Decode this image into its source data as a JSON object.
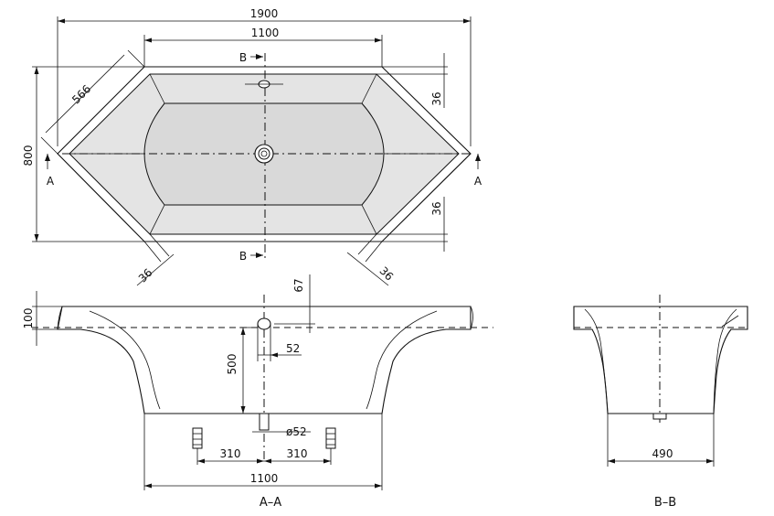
{
  "plan": {
    "overall_width": "1900",
    "inner_length": "1100",
    "diagonal": "566",
    "overall_depth": "800",
    "rim_top_right": "36",
    "rim_bottom_right": "36",
    "rim_bottom_left_diag": "36",
    "rim_bottom_right_diag": "36",
    "section_a_left": "A",
    "section_a_right": "A",
    "section_b_top": "B",
    "section_b_bottom": "B"
  },
  "section_aa": {
    "rim_height": "100",
    "overflow_offset": "67",
    "depth": "500",
    "overflow_dia": "52",
    "drain_dia": "ø52",
    "foot_left": "310",
    "foot_right": "310",
    "bottom_length": "1100",
    "caption": "A–A"
  },
  "section_bb": {
    "bottom_width": "490",
    "caption": "B–B"
  }
}
